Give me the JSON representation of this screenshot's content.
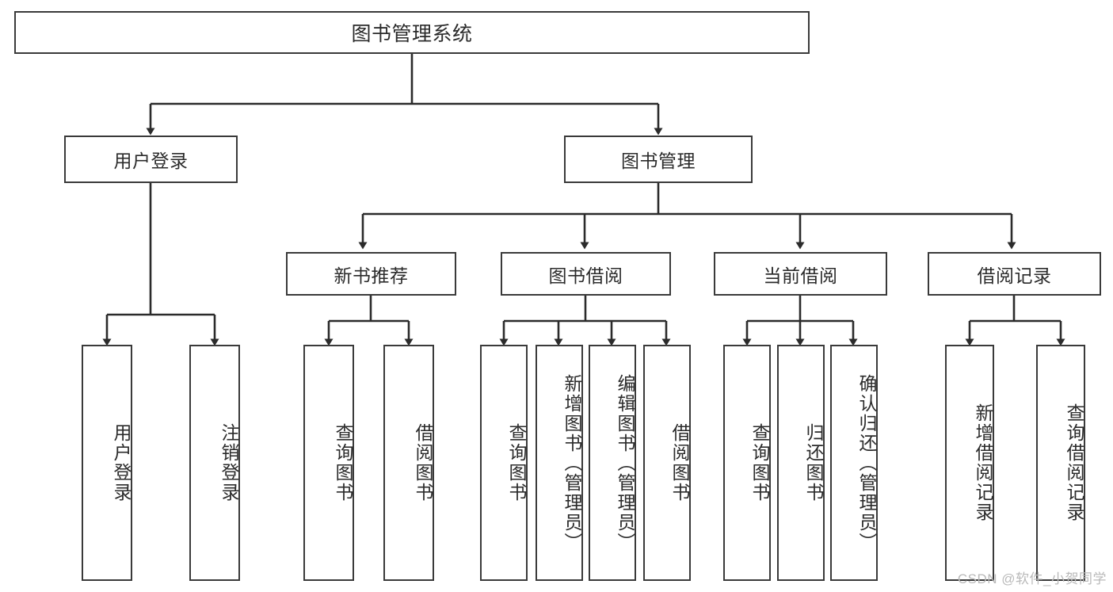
{
  "diagram": {
    "title": "图书管理系统",
    "type": "tree",
    "watermark": "CSDN @软件_小贺同学",
    "colors": {
      "box_border": "#3a3a3a",
      "box_fill": "#ffffff",
      "edge": "#2b2b2b",
      "text": "#2b2b2b",
      "watermark": "#b9b9b9",
      "background": "#ffffff"
    },
    "nodes": {
      "root": {
        "label": "图书管理系统"
      },
      "level1": [
        {
          "id": "user-login",
          "label": "用户登录"
        },
        {
          "id": "book-management",
          "label": "图书管理"
        }
      ],
      "level2": [
        {
          "id": "new-book-recommend",
          "label": "新书推荐"
        },
        {
          "id": "book-borrow",
          "label": "图书借阅"
        },
        {
          "id": "current-borrow",
          "label": "当前借阅"
        },
        {
          "id": "borrow-record",
          "label": "借阅记录"
        }
      ],
      "leaves": {
        "user-login": [
          {
            "id": "leaf-user-login",
            "label": "用户登录"
          },
          {
            "id": "leaf-logout",
            "label": "注销登录"
          }
        ],
        "new-book-recommend": [
          {
            "id": "leaf-query-book-1",
            "label": "查询图书"
          },
          {
            "id": "leaf-borrow-book-1",
            "label": "借阅图书"
          }
        ],
        "book-borrow": [
          {
            "id": "leaf-query-book-2",
            "label": "查询图书"
          },
          {
            "id": "leaf-add-book",
            "label": "新增图书（管理员）"
          },
          {
            "id": "leaf-edit-book",
            "label": "编辑图书（管理员）"
          },
          {
            "id": "leaf-borrow-book-2",
            "label": "借阅图书"
          }
        ],
        "current-borrow": [
          {
            "id": "leaf-query-book-3",
            "label": "查询图书"
          },
          {
            "id": "leaf-return-book",
            "label": "归还图书"
          },
          {
            "id": "leaf-confirm-return",
            "label": "确认归还（管理员）"
          }
        ],
        "borrow-record": [
          {
            "id": "leaf-add-record",
            "label": "新增借阅记录"
          },
          {
            "id": "leaf-query-record",
            "label": "查询借阅记录"
          }
        ]
      }
    }
  }
}
